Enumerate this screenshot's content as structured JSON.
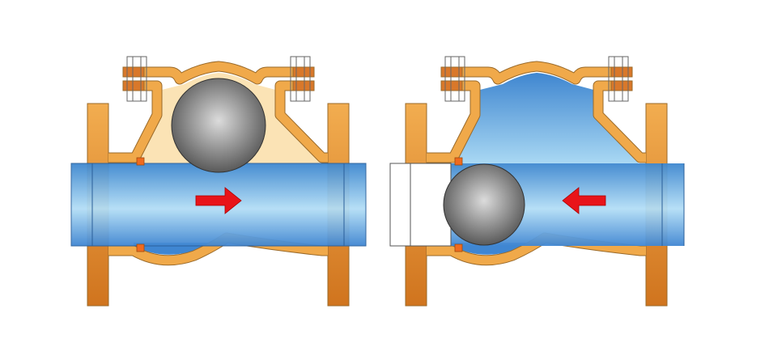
{
  "diagram": {
    "panels": [
      {
        "state": "open",
        "flow_direction": "right",
        "ball_position": "raised"
      },
      {
        "state": "closed",
        "flow_direction": "left",
        "ball_position": "seated"
      }
    ],
    "colors": {
      "body": "#f0a94a",
      "body_edge": "#9a6a2a",
      "flange_dark": "#d0741e",
      "chamber_open": "#fbe3b5",
      "fluid_dark": "#3d87cf",
      "fluid_light": "#b3def6",
      "ball_light": "#d8d8d8",
      "ball_dark": "#555555",
      "arrow": "#e8141a",
      "seat": "#f06a1e"
    }
  }
}
